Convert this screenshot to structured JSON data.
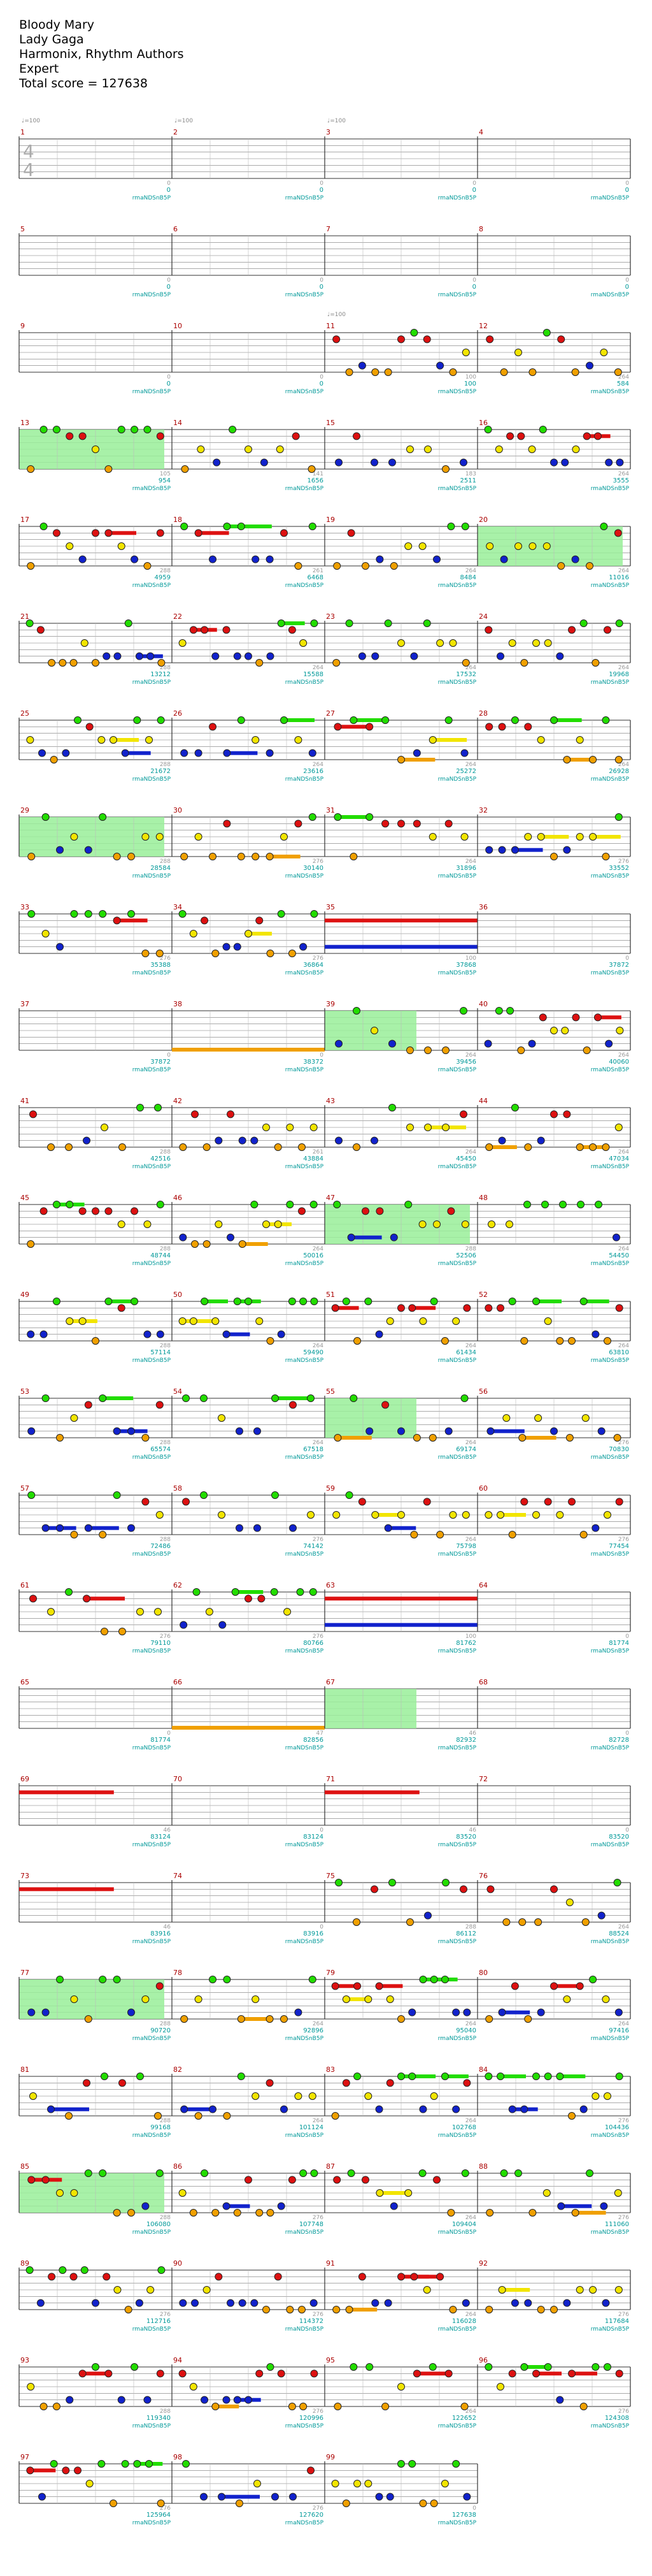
{
  "header": {
    "title": "Bloody Mary",
    "artist": "Lady Gaga",
    "authors": "Harmonix, Rhythm Authors",
    "difficulty": "Expert",
    "total_score": "Total score = 127638"
  },
  "author_tag": "rmaNDSnB5P",
  "tempo_label": "♩=100",
  "time_signature": [
    "4",
    "4"
  ],
  "colors": {
    "green": "#22dd00",
    "red": "#dd1111",
    "yellow": "#f2e500",
    "blue": "#1122cc",
    "orange": "#f0a000",
    "star": "#228822",
    "overdrive": "#99ee99",
    "measure_number": "#aa0000",
    "score": "#009999",
    "staff": "#777777"
  },
  "rows": [
    {
      "measures": [
        {
          "n": "1",
          "streak": "0",
          "score": "0",
          "tempo": true
        },
        {
          "n": "2",
          "streak": "0",
          "score": "0",
          "tempo": true
        },
        {
          "n": "3",
          "streak": "0",
          "score": "0",
          "tempo": true
        },
        {
          "n": "4",
          "streak": "0",
          "score": "0"
        }
      ]
    },
    {
      "measures": [
        {
          "n": "5",
          "streak": "0",
          "score": "0"
        },
        {
          "n": "6",
          "streak": "0",
          "score": "0"
        },
        {
          "n": "7",
          "streak": "0",
          "score": "0"
        },
        {
          "n": "8",
          "streak": "0",
          "score": "0"
        }
      ]
    },
    {
      "measures": [
        {
          "n": "9",
          "streak": "0",
          "score": "0"
        },
        {
          "n": "10",
          "streak": "0",
          "score": "0"
        },
        {
          "n": "11",
          "streak": "100",
          "score": "100",
          "tempo": true
        },
        {
          "n": "12",
          "streak": "264",
          "score": "584"
        }
      ]
    },
    {
      "measures": [
        {
          "n": "13",
          "streak": "105",
          "score": "954"
        },
        {
          "n": "14",
          "streak": "141",
          "score": "1656"
        },
        {
          "n": "15",
          "streak": "183",
          "score": "2511"
        },
        {
          "n": "16",
          "streak": "264",
          "score": "3555"
        }
      ]
    },
    {
      "measures": [
        {
          "n": "17",
          "streak": "288",
          "score": "4959"
        },
        {
          "n": "18",
          "streak": "261",
          "score": "6468"
        },
        {
          "n": "19",
          "streak": "264",
          "score": "8484"
        },
        {
          "n": "20",
          "streak": "264",
          "score": "11016"
        }
      ]
    },
    {
      "measures": [
        {
          "n": "21",
          "streak": "288",
          "score": "13212"
        },
        {
          "n": "22",
          "streak": "264",
          "score": "15588"
        },
        {
          "n": "23",
          "streak": "264",
          "score": "17532"
        },
        {
          "n": "24",
          "streak": "264",
          "score": "19968"
        }
      ]
    },
    {
      "measures": [
        {
          "n": "25",
          "streak": "288",
          "score": "21672"
        },
        {
          "n": "26",
          "streak": "264",
          "score": "23616"
        },
        {
          "n": "27",
          "streak": "264",
          "score": "25272"
        },
        {
          "n": "28",
          "streak": "264",
          "score": "26928"
        }
      ]
    },
    {
      "measures": [
        {
          "n": "29",
          "streak": "288",
          "score": "28584"
        },
        {
          "n": "30",
          "streak": "276",
          "score": "30140"
        },
        {
          "n": "31",
          "streak": "264",
          "score": "31896"
        },
        {
          "n": "32",
          "streak": "276",
          "score": "33552"
        }
      ]
    },
    {
      "measures": [
        {
          "n": "33",
          "streak": "276",
          "score": "35388"
        },
        {
          "n": "34",
          "streak": "276",
          "score": "36864"
        },
        {
          "n": "35",
          "streak": "100",
          "score": "37868"
        },
        {
          "n": "36",
          "streak": "0",
          "score": "37872"
        }
      ]
    },
    {
      "measures": [
        {
          "n": "37",
          "streak": "0",
          "score": "37872"
        },
        {
          "n": "38",
          "streak": "0",
          "score": "38372"
        },
        {
          "n": "39",
          "streak": "264",
          "score": "39456"
        },
        {
          "n": "40",
          "streak": "264",
          "score": "40060"
        }
      ]
    },
    {
      "measures": [
        {
          "n": "41",
          "streak": "288",
          "score": "42516"
        },
        {
          "n": "42",
          "streak": "261",
          "score": "43884"
        },
        {
          "n": "43",
          "streak": "264",
          "score": "45450"
        },
        {
          "n": "44",
          "streak": "264",
          "score": "47034"
        }
      ]
    },
    {
      "measures": [
        {
          "n": "45",
          "streak": "288",
          "score": "48744"
        },
        {
          "n": "46",
          "streak": "264",
          "score": "50016"
        },
        {
          "n": "47",
          "streak": "288",
          "score": "52506"
        },
        {
          "n": "48",
          "streak": "264",
          "score": "54450"
        }
      ]
    },
    {
      "measures": [
        {
          "n": "49",
          "streak": "288",
          "score": "57114"
        },
        {
          "n": "50",
          "streak": "264",
          "score": "59490"
        },
        {
          "n": "51",
          "streak": "264",
          "score": "61434"
        },
        {
          "n": "52",
          "streak": "264",
          "score": "63810"
        }
      ]
    },
    {
      "measures": [
        {
          "n": "53",
          "streak": "288",
          "score": "65574"
        },
        {
          "n": "54",
          "streak": "264",
          "score": "67518"
        },
        {
          "n": "55",
          "streak": "264",
          "score": "69174"
        },
        {
          "n": "56",
          "streak": "276",
          "score": "70830"
        }
      ]
    },
    {
      "measures": [
        {
          "n": "57",
          "streak": "288",
          "score": "72486"
        },
        {
          "n": "58",
          "streak": "276",
          "score": "74142"
        },
        {
          "n": "59",
          "streak": "264",
          "score": "75798"
        },
        {
          "n": "60",
          "streak": "276",
          "score": "77454"
        }
      ]
    },
    {
      "measures": [
        {
          "n": "61",
          "streak": "276",
          "score": "79110"
        },
        {
          "n": "62",
          "streak": "276",
          "score": "80766"
        },
        {
          "n": "63",
          "streak": "100",
          "score": "81762"
        },
        {
          "n": "64",
          "streak": "0",
          "score": "81774"
        }
      ]
    },
    {
      "measures": [
        {
          "n": "65",
          "streak": "0",
          "score": "81774"
        },
        {
          "n": "66",
          "streak": "47",
          "score": "82856"
        },
        {
          "n": "67",
          "streak": "46",
          "score": "82932"
        },
        {
          "n": "68",
          "streak": "0",
          "score": "82728"
        }
      ]
    },
    {
      "measures": [
        {
          "n": "69",
          "streak": "46",
          "score": "83124"
        },
        {
          "n": "70",
          "streak": "0",
          "score": "83124"
        },
        {
          "n": "71",
          "streak": "46",
          "score": "83520"
        },
        {
          "n": "72",
          "streak": "0",
          "score": "83520"
        }
      ]
    },
    {
      "measures": [
        {
          "n": "73",
          "streak": "46",
          "score": "83916"
        },
        {
          "n": "74",
          "streak": "0",
          "score": "83916"
        },
        {
          "n": "75",
          "streak": "288",
          "score": "86112"
        },
        {
          "n": "76",
          "streak": "264",
          "score": "88524"
        }
      ]
    },
    {
      "measures": [
        {
          "n": "77",
          "streak": "288",
          "score": "90720"
        },
        {
          "n": "78",
          "streak": "264",
          "score": "92896"
        },
        {
          "n": "79",
          "streak": "264",
          "score": "95040"
        },
        {
          "n": "80",
          "streak": "264",
          "score": "97416"
        }
      ]
    },
    {
      "measures": [
        {
          "n": "81",
          "streak": "288",
          "score": "99168"
        },
        {
          "n": "82",
          "streak": "264",
          "score": "101124"
        },
        {
          "n": "83",
          "streak": "264",
          "score": "102768"
        },
        {
          "n": "84",
          "streak": "276",
          "score": "104436"
        }
      ]
    },
    {
      "measures": [
        {
          "n": "85",
          "streak": "288",
          "score": "106080"
        },
        {
          "n": "86",
          "streak": "276",
          "score": "107748"
        },
        {
          "n": "87",
          "streak": "264",
          "score": "109404"
        },
        {
          "n": "88",
          "streak": "276",
          "score": "111060"
        }
      ]
    },
    {
      "measures": [
        {
          "n": "89",
          "streak": "276",
          "score": "112716"
        },
        {
          "n": "90",
          "streak": "276",
          "score": "114372"
        },
        {
          "n": "91",
          "streak": "264",
          "score": "116028"
        },
        {
          "n": "92",
          "streak": "276",
          "score": "117684"
        }
      ]
    },
    {
      "measures": [
        {
          "n": "93",
          "streak": "288",
          "score": "119340"
        },
        {
          "n": "94",
          "streak": "276",
          "score": "120996"
        },
        {
          "n": "95",
          "streak": "264",
          "score": "122652"
        },
        {
          "n": "96",
          "streak": "276",
          "score": "124308"
        }
      ]
    },
    {
      "measures": [
        {
          "n": "97",
          "streak": "276",
          "score": "125964"
        },
        {
          "n": "98",
          "streak": "276",
          "score": "127620"
        },
        {
          "n": "99",
          "streak": "0",
          "score": "127638"
        }
      ]
    }
  ]
}
